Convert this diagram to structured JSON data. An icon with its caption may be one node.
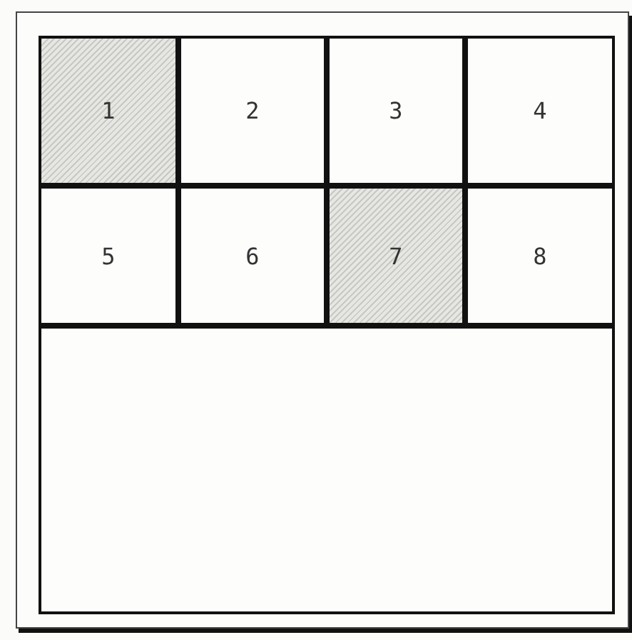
{
  "diagram": {
    "nodes": [
      {
        "text": [],
        "shape": "box"
      },
      {
        "text": [
          "1"
        ],
        "in": 0
      },
      {
        "text": [
          "2"
        ],
        "in": 0
      },
      {
        "text": [
          "3"
        ],
        "in": 0
      },
      {
        "text": [
          "4"
        ],
        "in": 0
      },
      {
        "text": [
          "5"
        ],
        "in": 0
      },
      {
        "text": [
          "6"
        ],
        "in": 0
      },
      {
        "text": [
          "7"
        ],
        "in": 0
      },
      {
        "text": [
          "8"
        ],
        "in": 0
      },
      {
        "text": [],
        "shape": "box",
        "in": 0
      }
    ]
  }
}
